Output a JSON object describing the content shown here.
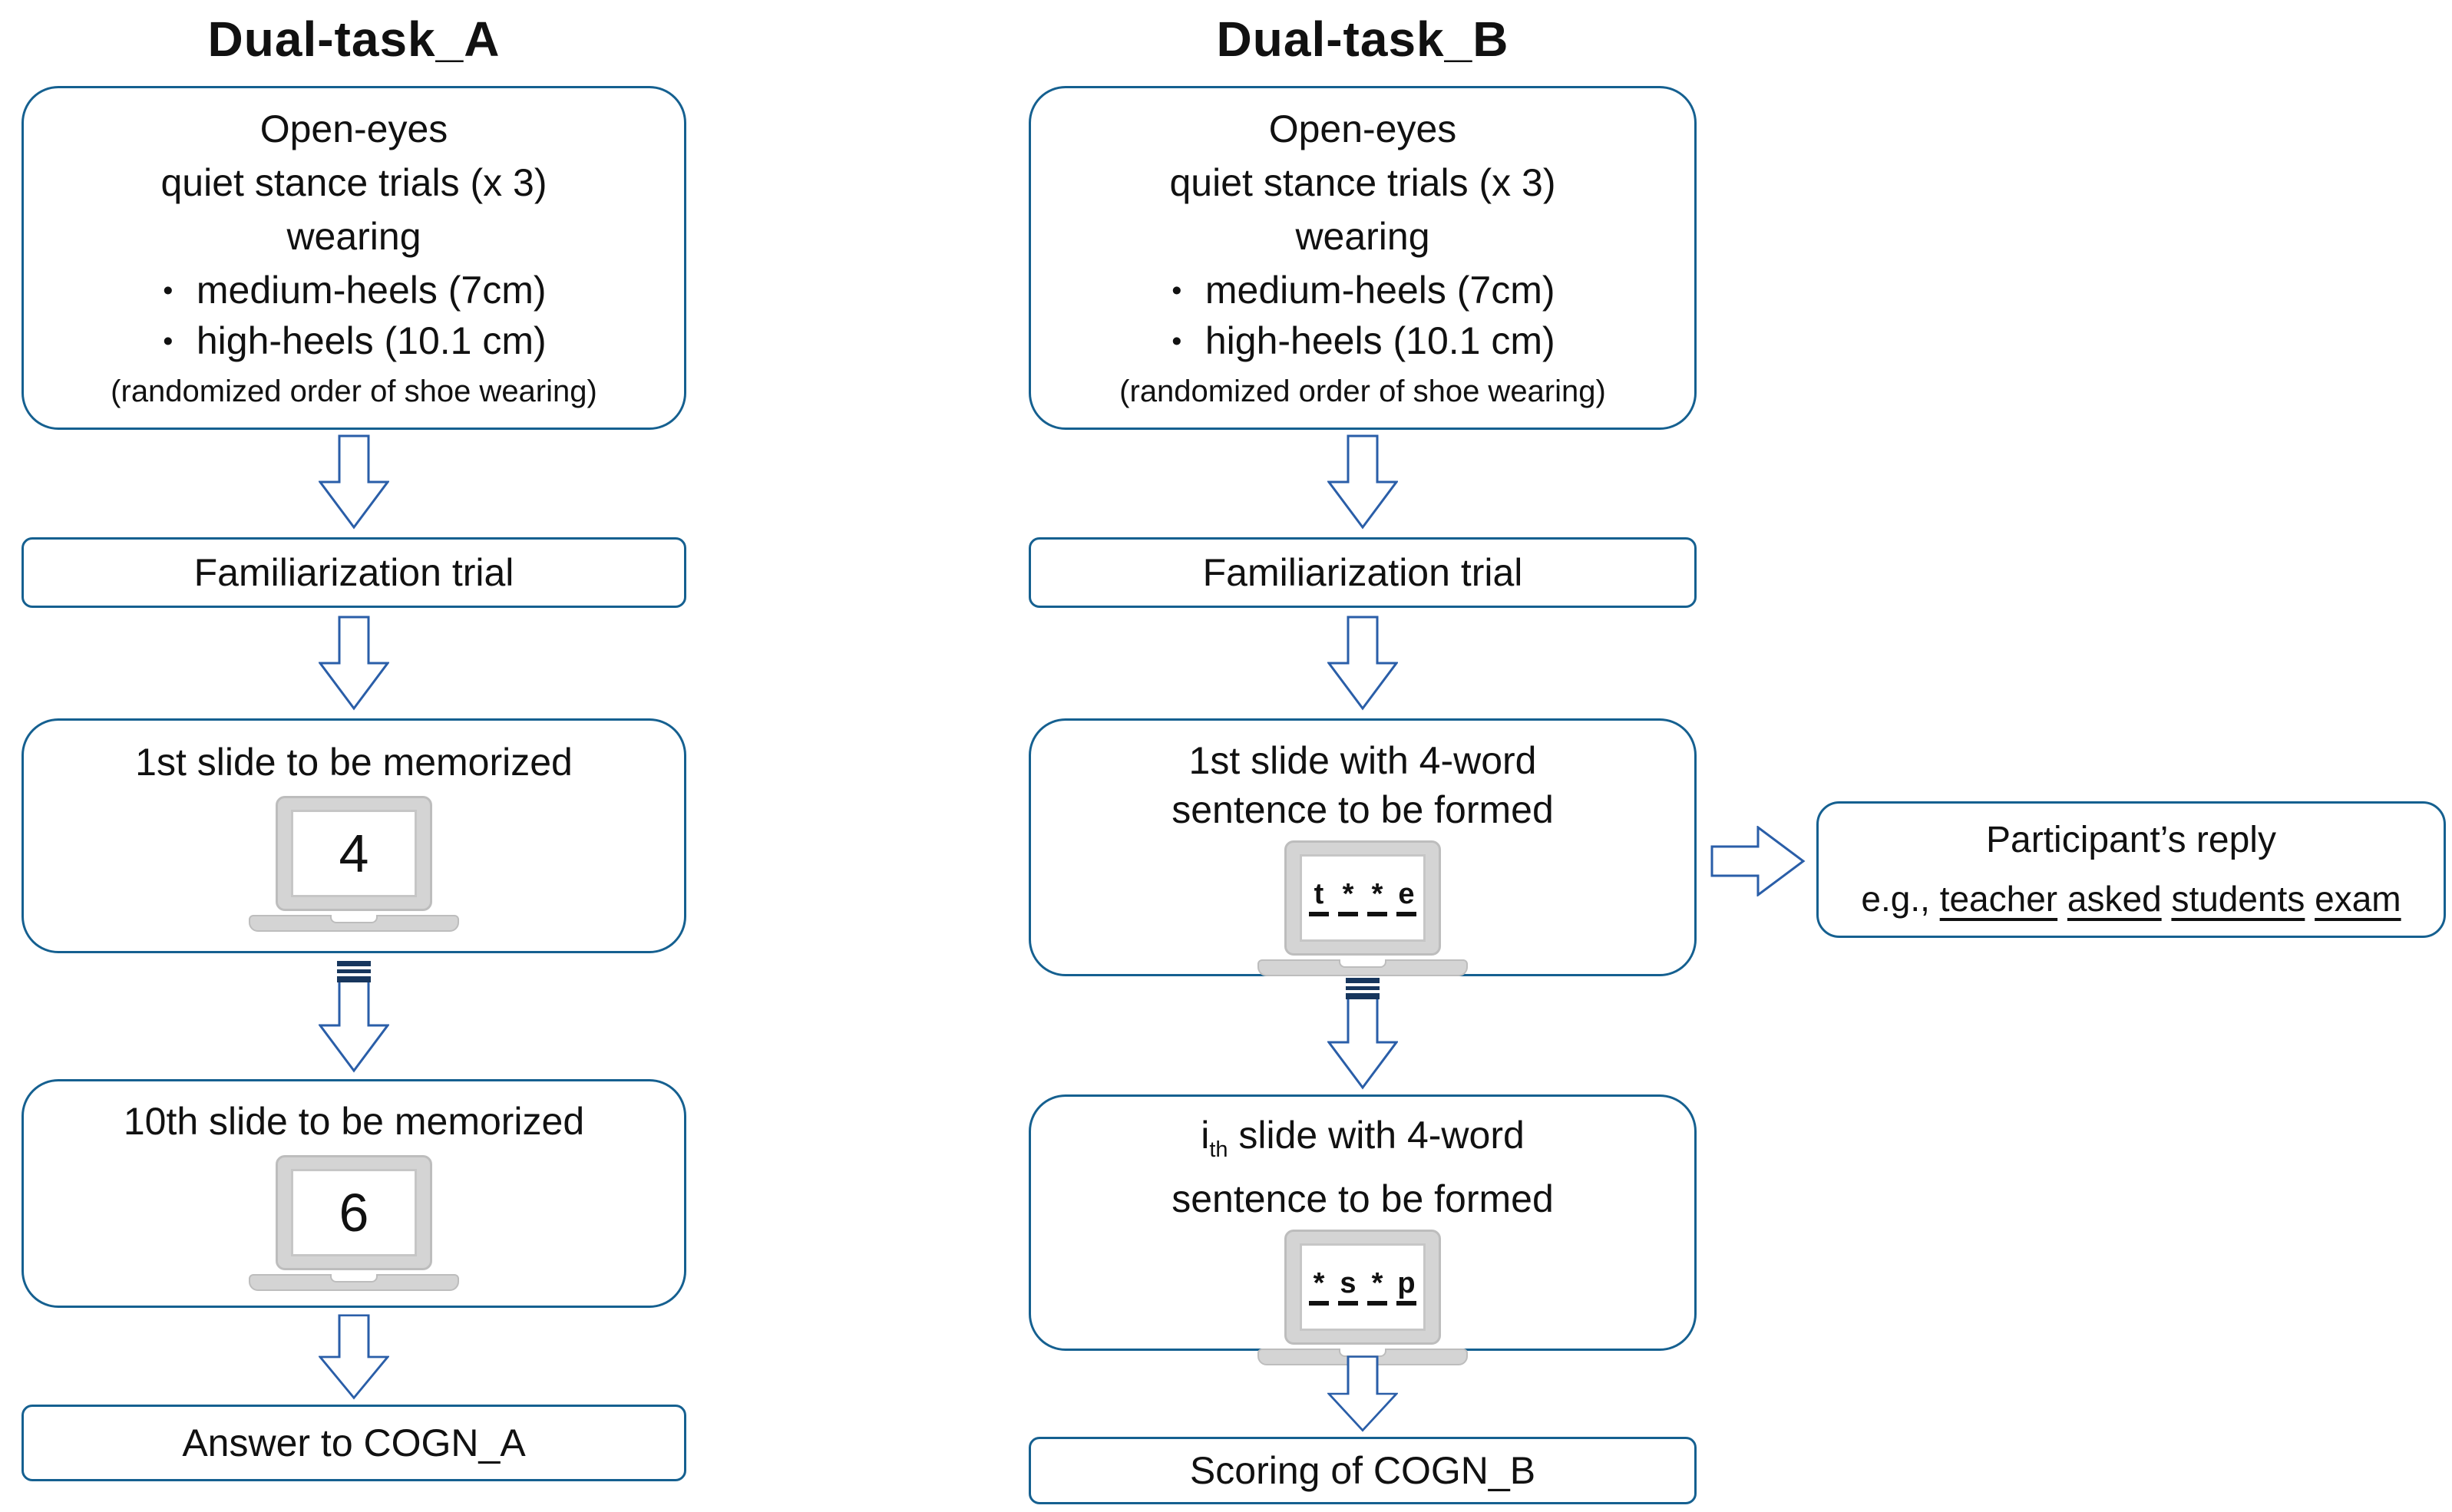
{
  "glyphs": {
    "bullet": "•"
  },
  "colors": {
    "box_border": "#156090",
    "arrow_stroke": "#2a5ea8",
    "break_cap": "#17365d",
    "laptop_gray": "#d4d4d4",
    "text": "#111111"
  },
  "dual_task_a": {
    "title": "Dual-task_A",
    "stance_box": {
      "line1": "Open-eyes",
      "line2": "quiet stance trials (x 3)",
      "line3": "wearing",
      "bullets": [
        "medium-heels (7cm)",
        "high-heels (10.1 cm)"
      ],
      "note": "(randomized order of shoe wearing)"
    },
    "familiarization_label": "Familiarization trial",
    "first_slide": {
      "label": "1st slide to be memorized",
      "screen_value": "4"
    },
    "last_slide": {
      "label": "10th slide to be memorized",
      "screen_value": "6"
    },
    "final_label": "Answer to COGN_A"
  },
  "dual_task_b": {
    "title": "Dual-task_B",
    "stance_box": {
      "line1": "Open-eyes",
      "line2": "quiet stance trials (x 3)",
      "line3": "wearing",
      "bullets": [
        "medium-heels (7cm)",
        "high-heels (10.1 cm)"
      ],
      "note": "(randomized order of shoe wearing)"
    },
    "familiarization_label": "Familiarization trial",
    "first_slide": {
      "label_line1": "1st slide with 4-word",
      "label_line2": "sentence to be formed",
      "screen_tokens": [
        "t",
        "*",
        "*",
        "e"
      ]
    },
    "ith_slide": {
      "label_i": "i",
      "label_sub": "th",
      "label_rest": " slide with 4-word",
      "label_line2": "sentence to be formed",
      "screen_tokens": [
        "*",
        "s",
        "*",
        "p"
      ]
    },
    "final_label": "Scoring of COGN_B"
  },
  "reply_box": {
    "line1": "Participant’s reply",
    "eg_prefix": "e.g., ",
    "words": [
      "teacher",
      "asked",
      "students",
      "exam"
    ]
  }
}
